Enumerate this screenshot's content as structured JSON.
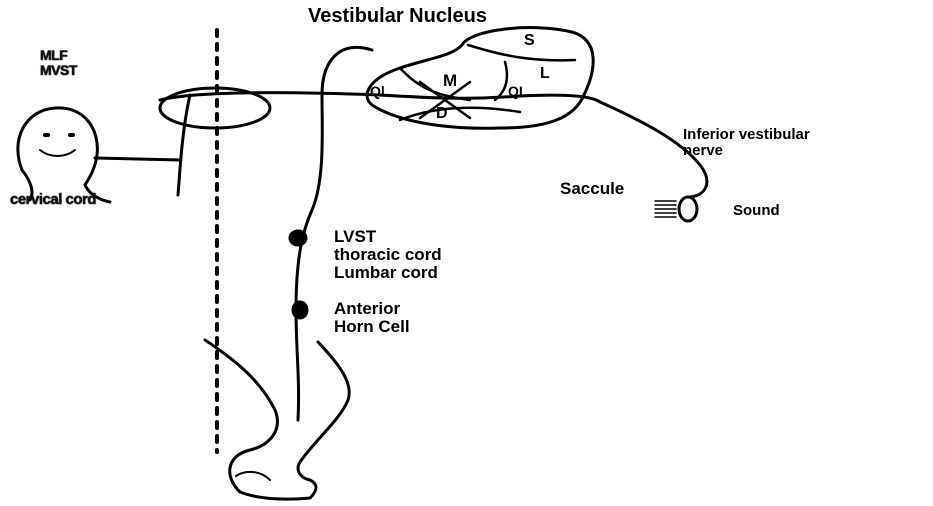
{
  "diagram": {
    "title": "Vestibular Nucleus",
    "nucleus_regions": {
      "s": "S",
      "l": "L",
      "m": "M",
      "d": "D",
      "ql": "Ql",
      "ql2": "QL"
    },
    "labels": {
      "mlf": "MLF",
      "mvst": "MVST",
      "cervical_cord": "cervical cord",
      "inferior_vestibular_nerve_line1": "Inferior vestibular",
      "inferior_vestibular_nerve_line2": "nerve",
      "saccule": "Saccule",
      "sound": "Sound",
      "lvst": "LVST",
      "thoracic_cord": "thoracic cord",
      "lumbar_cord": "Lumbar cord",
      "anterior_line1": "Anterior",
      "anterior_line2": "Horn Cell"
    },
    "colors": {
      "ink": "#000000",
      "background": "#ffffff"
    }
  }
}
